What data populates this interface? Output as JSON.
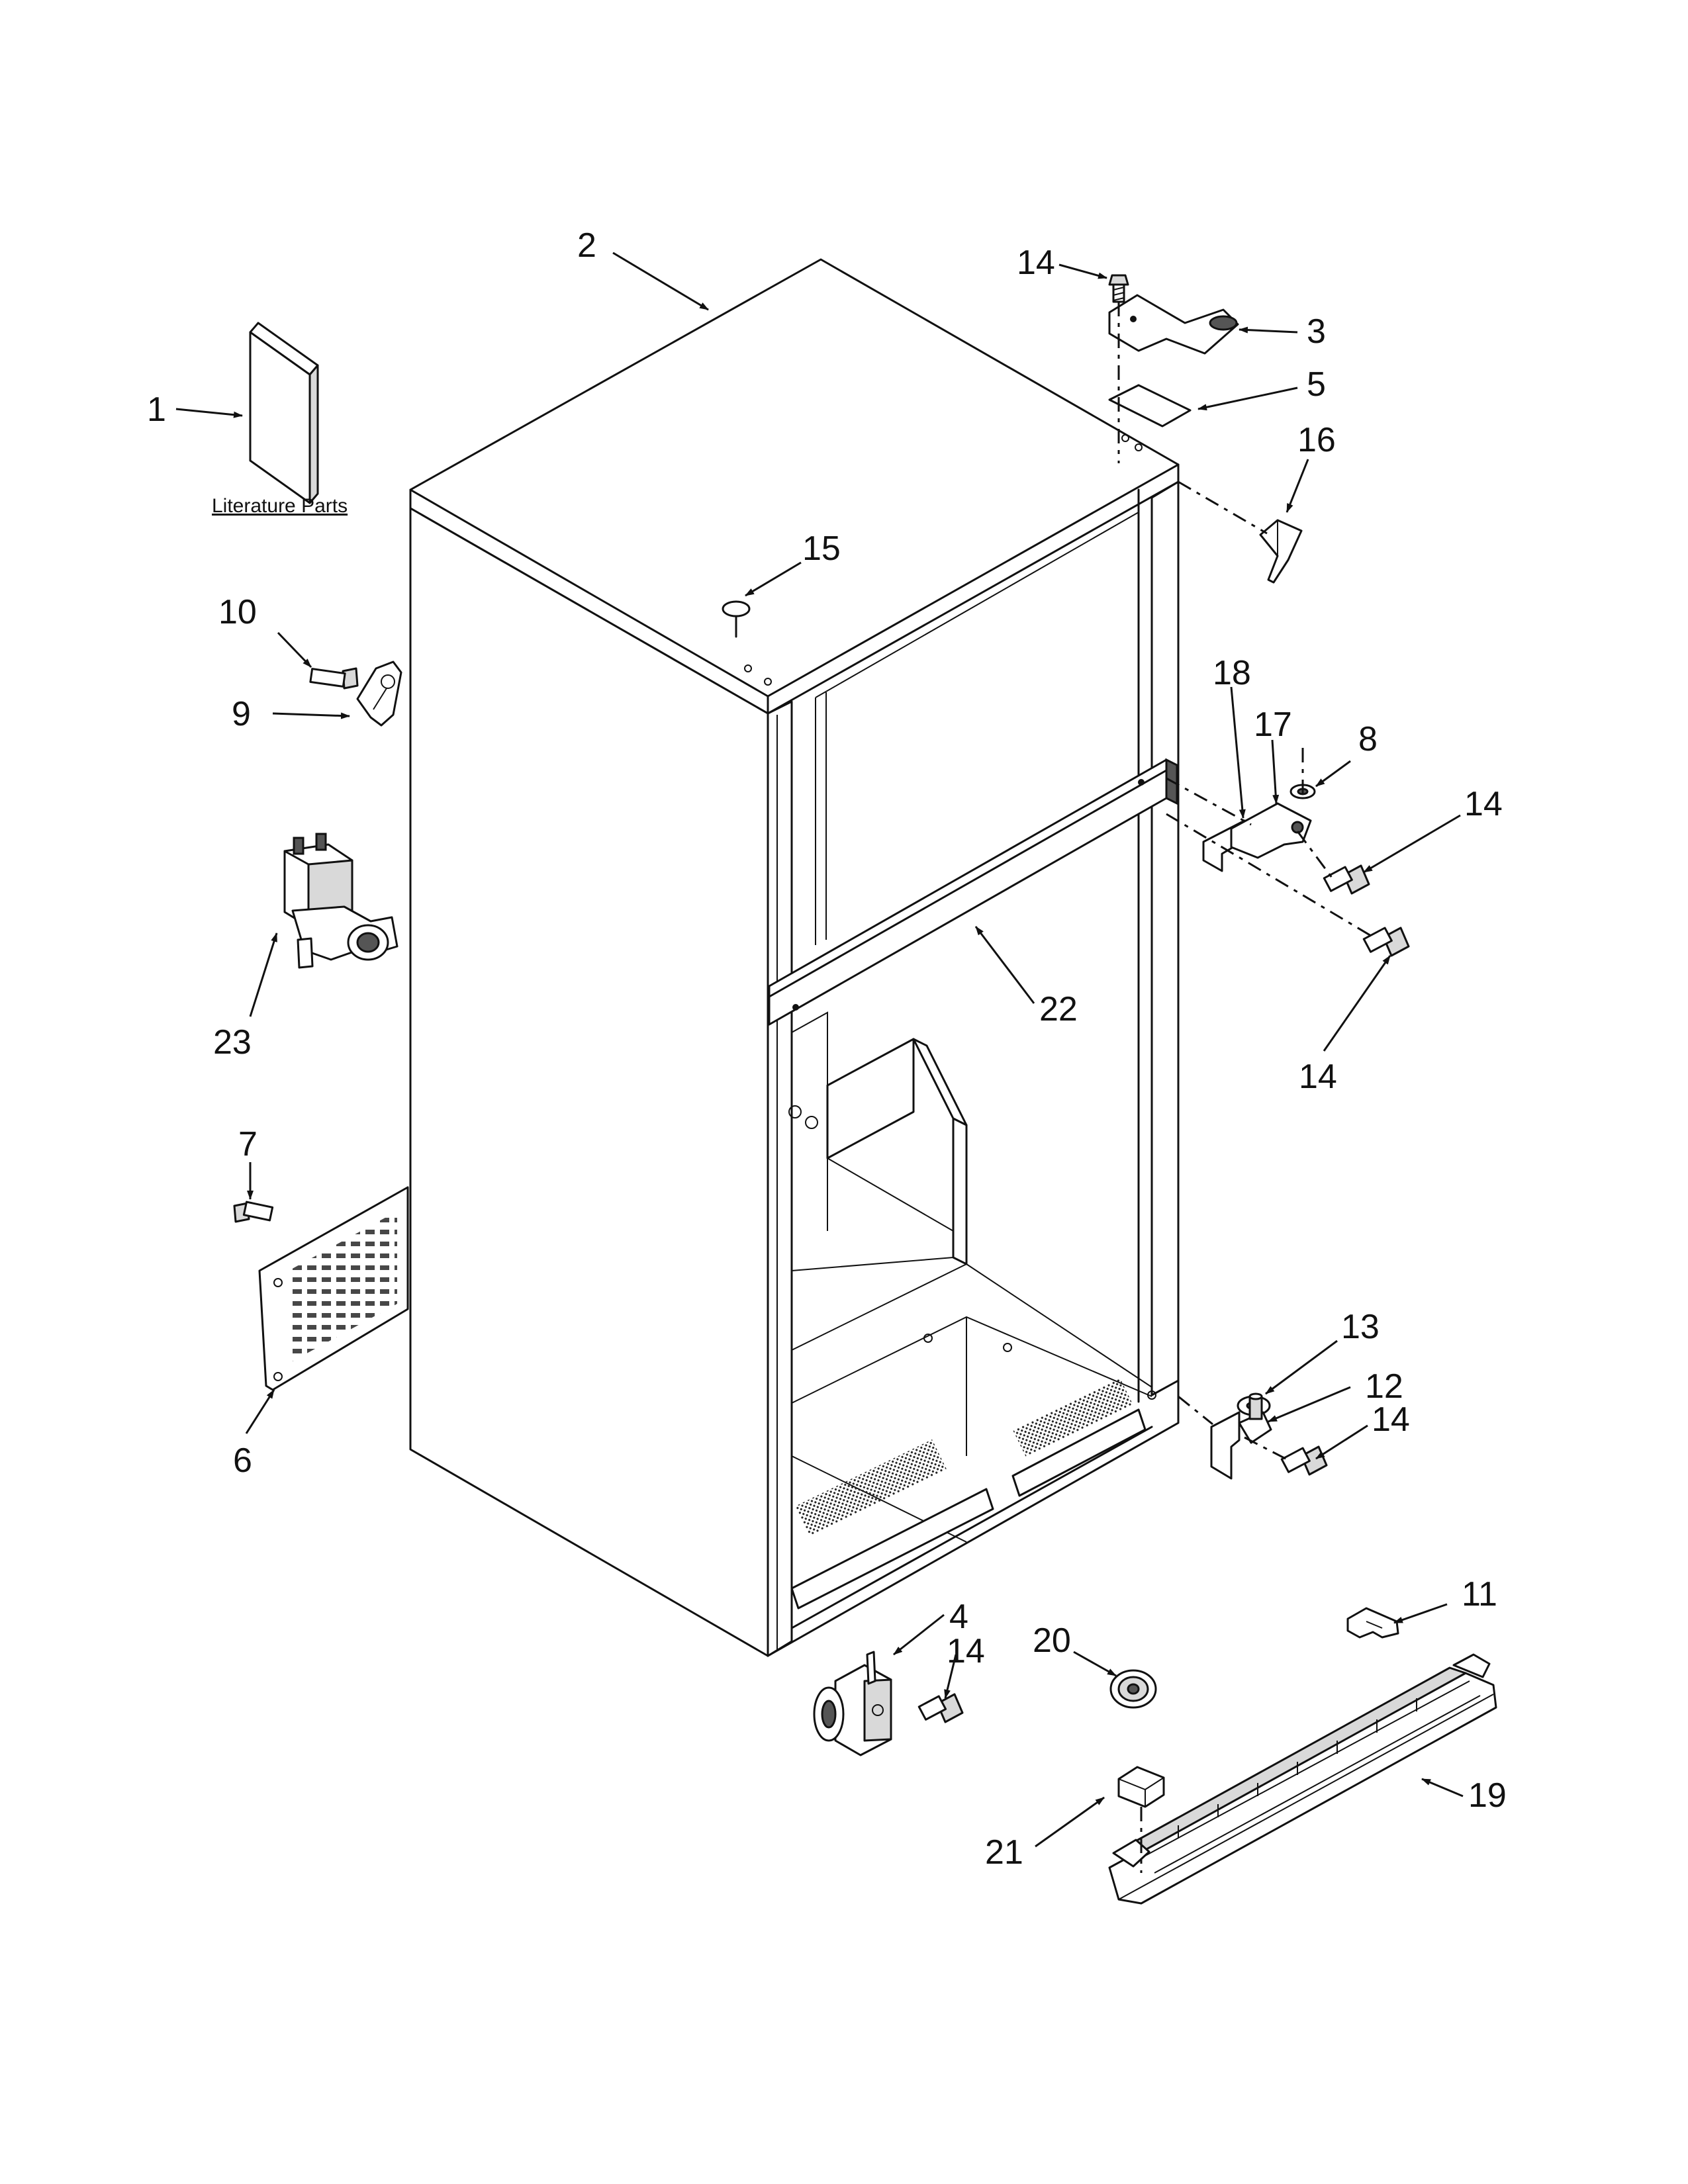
{
  "callouts": {
    "c1": "1",
    "c2": "2",
    "c3": "3",
    "c4": "4",
    "c5": "5",
    "c6": "6",
    "c7": "7",
    "c8": "8",
    "c9": "9",
    "c10": "10",
    "c11": "11",
    "c12": "12",
    "c13": "13",
    "c14a": "14",
    "c14b": "14",
    "c14c": "14",
    "c14d": "14",
    "c14e": "14",
    "c15": "15",
    "c16": "16",
    "c17": "17",
    "c18": "18",
    "c19": "19",
    "c20": "20",
    "c21": "21",
    "c22": "22",
    "c23": "23"
  },
  "literature_label": "Literature Parts"
}
